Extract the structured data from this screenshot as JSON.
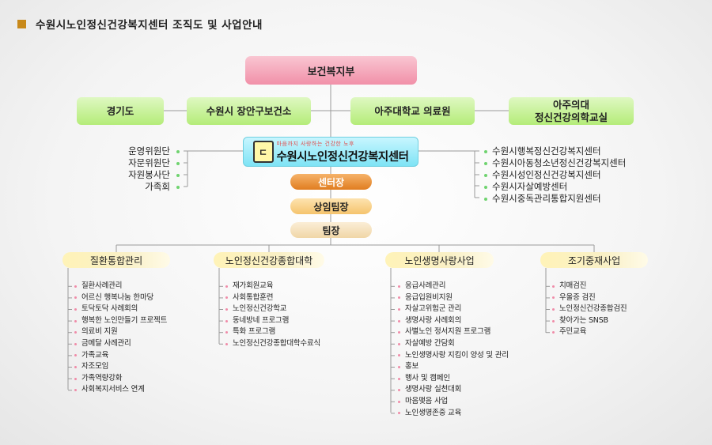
{
  "title": "수원시노인정신건강복지센터 조직도 및 사업안내",
  "ministry": "보건복지부",
  "tier2": {
    "gyeonggi": "경기도",
    "jangan": "수원시 장안구보건소",
    "ajou_medical": "아주대학교 의료원",
    "ajou_psych_line1": "아주의대",
    "ajou_psych_line2": "정신건강의학교실"
  },
  "center": {
    "logo_char": "ㄷ",
    "slogan": "마음까지 사랑하는 건강한 노후",
    "name": "수원시노인정신건강복지센터"
  },
  "ranks": [
    "센터장",
    "상임팀장",
    "팀장"
  ],
  "left_committees": [
    "운영위원단",
    "자문위원단",
    "자원봉사단",
    "가족회"
  ],
  "right_partners": [
    "수원시행복정신건강복지센터",
    "수원시아동청소년정신건강복지센터",
    "수원시성인정신건강복지센터",
    "수원시자살예방센터",
    "수원시중독관리통합지원센터"
  ],
  "departments": [
    {
      "name": "질환통합관리",
      "items": [
        "질환사례관리",
        "어르신 행복나눔 한마당",
        "토닥토닥 사례회의",
        "행복한 노인만들기 프로젝트",
        "의료비 지원",
        "금메달 사례관리",
        "가족교육",
        "자조모임",
        "가족역량강화",
        "사회복지서비스 연계"
      ]
    },
    {
      "name": "노인정신건강종합대학",
      "items": [
        "재가회원교육",
        "사회통합훈련",
        "노인정신건강학교",
        "동네방네 프로그램",
        "특화 프로그램",
        "노인정신건강종합대학수료식"
      ]
    },
    {
      "name": "노인생명사랑사업",
      "items": [
        "응급사례관리",
        "응급입원비지원",
        "자살고위험군 관리",
        "생명사랑 사례회의",
        "사별노인 정서지원 프로그램",
        "자살예방 간담회",
        "노인생명사랑 지킴이 양성 및 관리",
        "홍보",
        "행사 및 캠페인",
        "생명사랑 실천대회",
        "마음맺음 사업",
        "노인생명존중 교육"
      ]
    },
    {
      "name": "조기중재사업",
      "items": [
        "치매검진",
        "우울증 검진",
        "노인정신건강종합검진",
        "찾아가는 SNSB",
        "주민교육"
      ]
    }
  ],
  "colors": {
    "title_square": "#c8891a",
    "ministry": "#f190a8",
    "tier2": "#b4ec78",
    "center": "#7ee3f5",
    "rank1": "#e07d20",
    "department": "#fff3b8",
    "bullet_green": "#6fd36f",
    "bullet_pink": "#f08ba8"
  }
}
